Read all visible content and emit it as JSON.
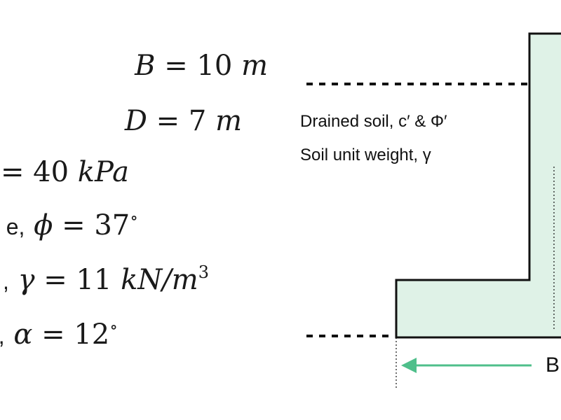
{
  "equations": {
    "width_line": {
      "head": "B",
      "eq": " = ",
      "value": "10",
      "unit": "m"
    },
    "depth_line": {
      "head": "D",
      "eq": " = ",
      "value": "7",
      "unit": "m"
    },
    "cohesion_line": {
      "eq": "= ",
      "value": "40",
      "unit": "kPa"
    },
    "friction_line": {
      "word": "e,",
      "sym": "ϕ",
      "eq": " = ",
      "value": "37",
      "sup": "∘"
    },
    "unit_weight_line": {
      "word": ",",
      "sym": "γ",
      "eq": " = ",
      "value": "11",
      "unit": "kN/m",
      "sup": "3"
    },
    "slope_line": {
      "word": ",",
      "sym": "α",
      "eq": " = ",
      "value": "12",
      "sup": "∘"
    }
  },
  "diagram": {
    "soil_label": "Drained soil, c′ & Φ′",
    "unit_weight_label": "Soil unit weight, γ",
    "width_label": "B",
    "fill_color": "#dff2e7",
    "arrow_color": "#4fbf8b"
  }
}
